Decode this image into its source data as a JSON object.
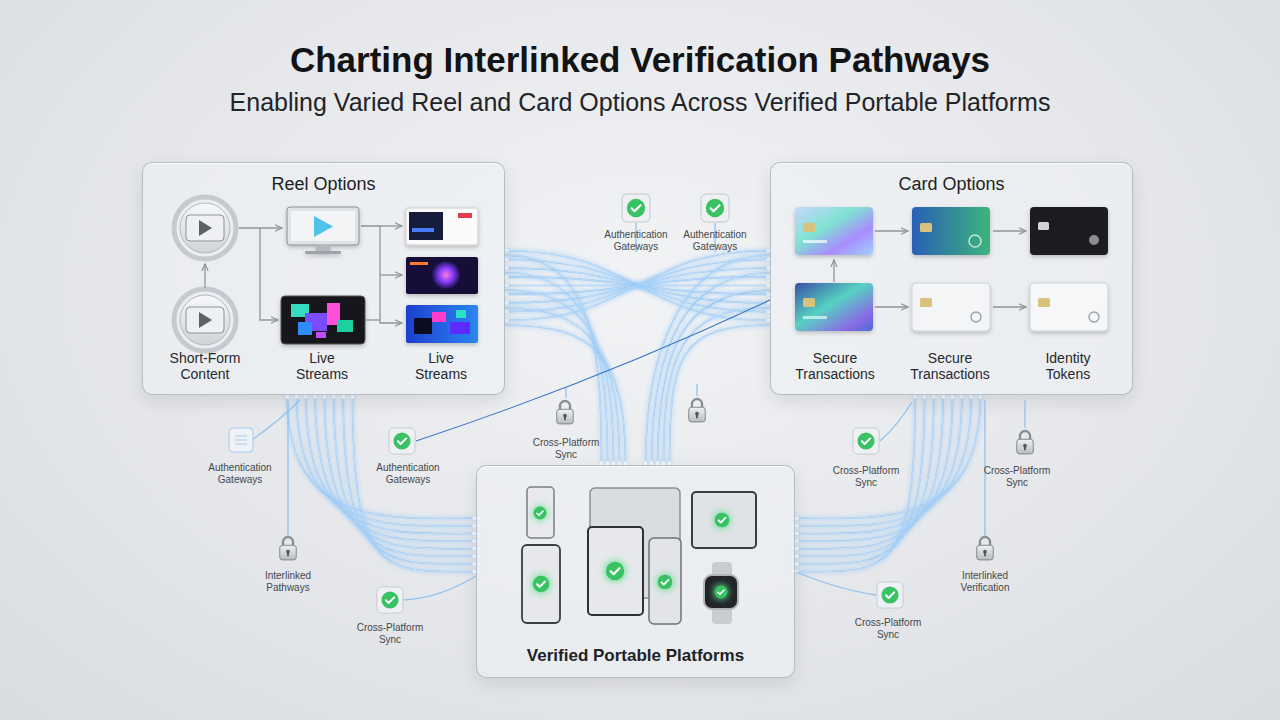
{
  "diagram": {
    "title": "Charting Interlinked Verification Pathways",
    "nodes": [
      {
        "text": [
          "Reel Options"
        ]
      },
      {
        "text": [
          "Card Options"
        ]
      },
      {
        "text": [
          "Verified Portable Platforms"
        ]
      }
    ],
    "edges": [
      {
        "from": 0,
        "to": 1,
        "arrow": "none"
      },
      {
        "from": 0,
        "to": 2,
        "arrow": "none"
      },
      {
        "from": 1,
        "to": 2,
        "arrow": "none"
      }
    ],
    "labels": [
      "Enabling Varied Reel and Card Options Across Verified Portable Platforms",
      "Authentication Gateways",
      "Authentication Gateways",
      "Short-Form Content",
      "Live Streams",
      "Live Streams",
      "Secure Transactions",
      "Secure Transactions",
      "Identity Tokens",
      "Cross-Platform Sync",
      "Authentication Gateways",
      "Authentication Gateways",
      "Cross-Platform Sync",
      "Cross-Platform Sync",
      "Interlinked Pathways",
      "Interlinked Verification",
      "Cross-Platform Sync",
      "Cross-Platform Sync"
    ]
  }
}
